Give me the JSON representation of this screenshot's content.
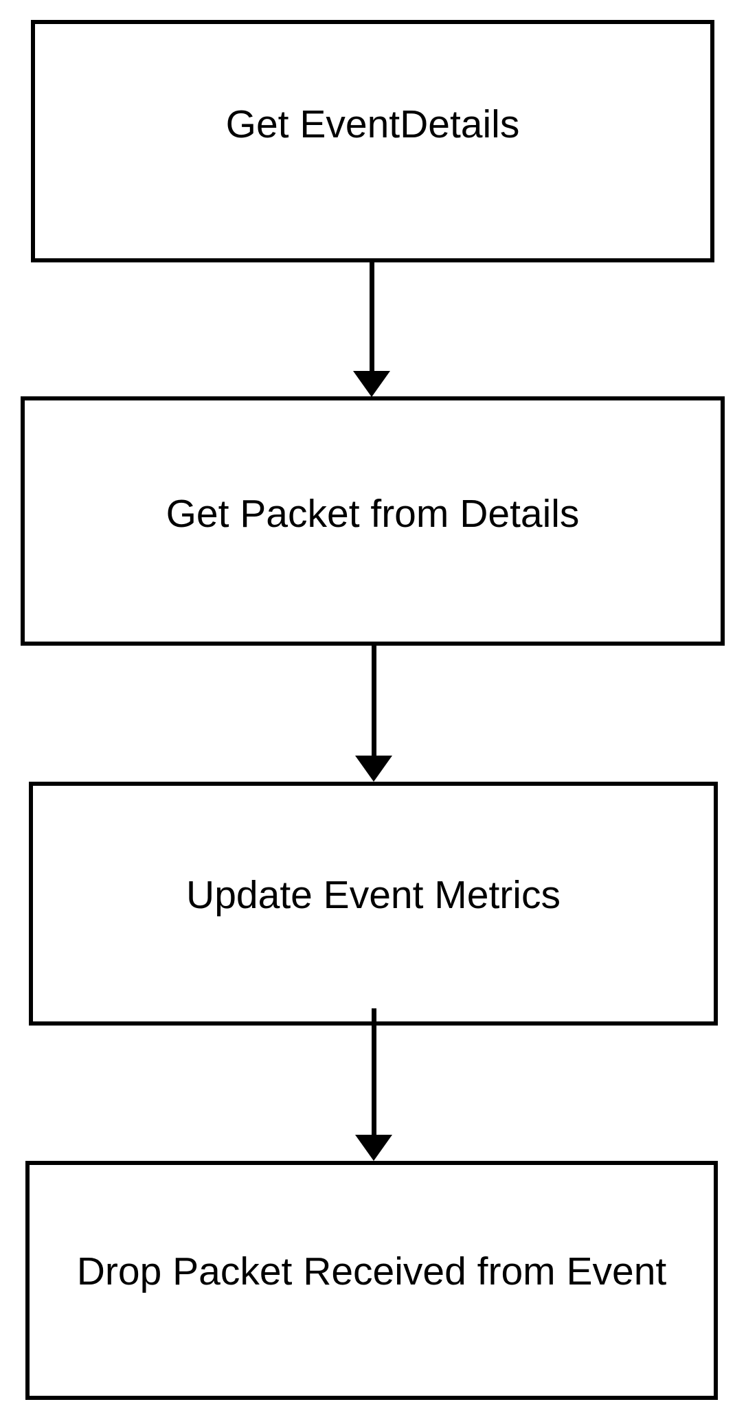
{
  "diagram": {
    "type": "flowchart",
    "background_color": "#ffffff",
    "node_fill_color": "#ffffff",
    "node_border_color": "#000000",
    "text_color": "#000000",
    "arrow_color": "#000000",
    "nodes": [
      {
        "id": "get-event-details",
        "label": "Get EventDetails"
      },
      {
        "id": "get-packet-from-details",
        "label": "Get Packet from Details"
      },
      {
        "id": "update-event-metrics",
        "label": "Update Event Metrics"
      },
      {
        "id": "drop-packet-received-from-event",
        "label": "Drop Packet Received from Event"
      }
    ],
    "edges": [
      {
        "from": "get-event-details",
        "to": "get-packet-from-details",
        "direction": "down"
      },
      {
        "from": "get-packet-from-details",
        "to": "update-event-metrics",
        "direction": "down"
      },
      {
        "from": "update-event-metrics",
        "to": "drop-packet-received-from-event",
        "direction": "down"
      }
    ]
  }
}
